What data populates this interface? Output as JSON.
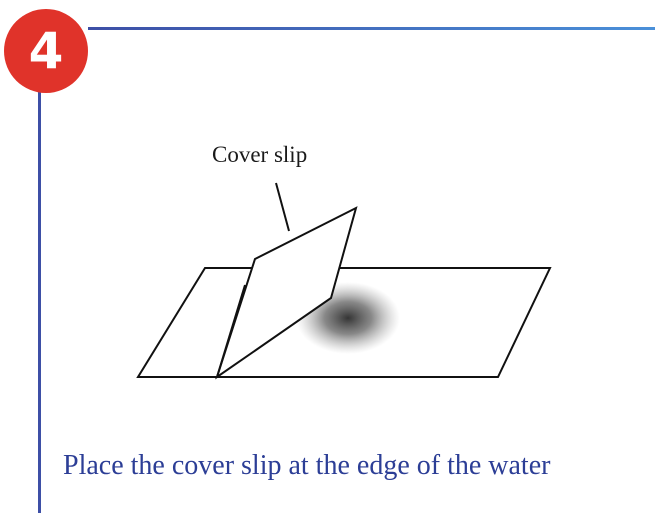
{
  "step": {
    "number": "4",
    "badge_color": "#e0332a"
  },
  "theme": {
    "rule_color": "#3d4fa6",
    "caption_color": "#2c3e96"
  },
  "diagram": {
    "callout_label": "Cover slip"
  },
  "caption": {
    "text": "Place the cover slip at the edge of the water"
  }
}
